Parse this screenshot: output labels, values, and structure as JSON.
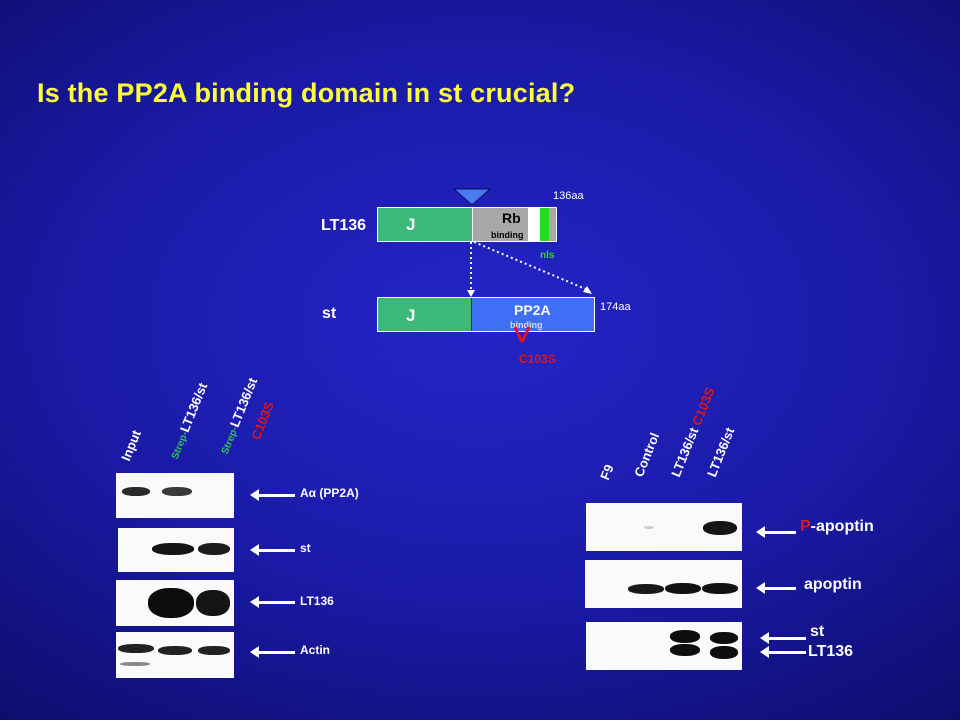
{
  "title": "Is the PP2A binding domain in st crucial?",
  "diagram": {
    "lt136": {
      "label": "LT136",
      "j_label": "J",
      "rb_label": "Rb",
      "rb_sub": "binding",
      "size": "136aa",
      "nls": "nls"
    },
    "st": {
      "label": "st",
      "j_label": "J",
      "pp2a_label": "PP2A",
      "pp2a_sub": "binding",
      "size": "174aa",
      "mutation": "C103S"
    },
    "colors": {
      "j_green": "#3cb878",
      "rb_gray": "#a8a8a8",
      "pp2a_blue": "#3f6ff5",
      "nls_green": "#22dd22",
      "mutation_red": "#e01414"
    }
  },
  "blot_left": {
    "lanes": {
      "input": "Input",
      "strep1_prefix": "Strep-",
      "strep1": "LT136/st",
      "strep2_prefix": "Strep-",
      "strep2": "LT136/st",
      "strep2_mut": "C103S"
    },
    "bands": {
      "a_prefix": "A",
      "alpha": "α",
      "a_suffix": " (PP2A)",
      "st": "st",
      "lt136": "LT136",
      "actin": "Actin"
    }
  },
  "blot_right": {
    "lanes": {
      "f9": "F9",
      "control": "Control",
      "mut_prefix": "LT136/st ",
      "mut": "C103S",
      "wt": "LT136/st"
    },
    "bands": {
      "p": "P",
      "p_apoptin": "-apoptin",
      "apoptin": "apoptin",
      "st": "st",
      "lt136": "LT136"
    }
  }
}
